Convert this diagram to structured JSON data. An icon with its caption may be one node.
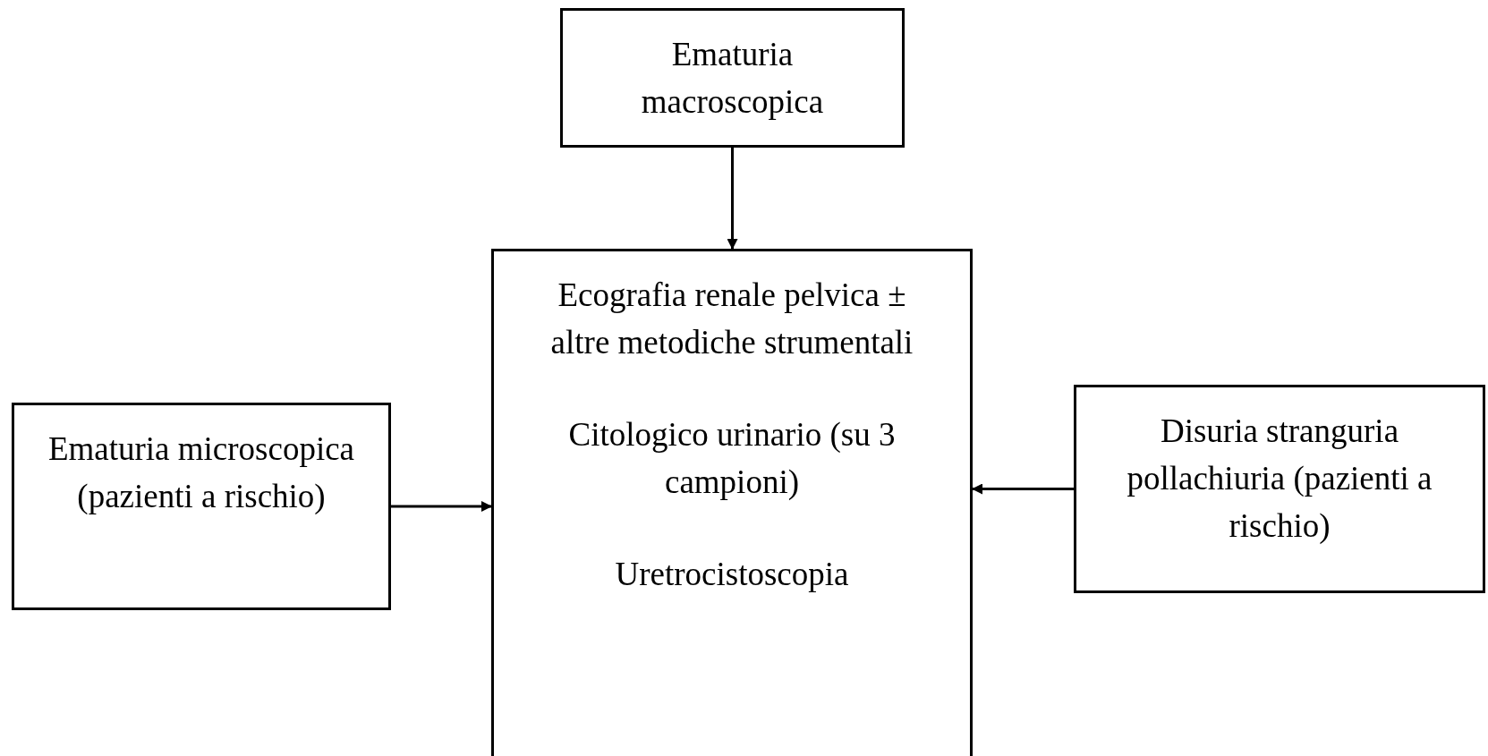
{
  "diagram": {
    "nodes": [
      {
        "text": [
          "Ematuria macroscopica"
        ]
      },
      {
        "text": [
          "Ecografia renale pelvica ± altre metodiche strumentali",
          "Citologico urinario (su 3 campioni)",
          "Uretrocistoscopia"
        ]
      },
      {
        "text": [
          "Ematuria microscopica (pazienti a rischio)"
        ]
      },
      {
        "text": [
          "Disuria stranguria pollachiuria (pazienti a rischio)"
        ]
      }
    ],
    "edges": [
      {
        "from": 0,
        "to": 1,
        "arrow": "to"
      },
      {
        "from": 2,
        "to": 1,
        "arrow": "to"
      },
      {
        "from": 3,
        "to": 1,
        "arrow": "to"
      }
    ]
  }
}
